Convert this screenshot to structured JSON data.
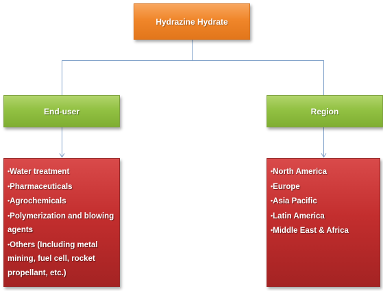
{
  "root": {
    "label": "Hydrazine Hydrate"
  },
  "branches": [
    {
      "label": "End-user",
      "items": [
        "Water treatment",
        "Pharmaceuticals",
        "Agrochemicals",
        "Polymerization and blowing agents",
        "Others (Including metal mining, fuel cell, rocket propellant, etc.)"
      ]
    },
    {
      "label": "Region",
      "items": [
        "North America",
        "Europe",
        "Asia Pacific",
        "Latin America",
        "Middle East & Africa"
      ]
    }
  ],
  "colors": {
    "root": "#f0862a",
    "branch": "#92c143",
    "list": "#c32e2e",
    "connector": "#7fa1c9"
  }
}
